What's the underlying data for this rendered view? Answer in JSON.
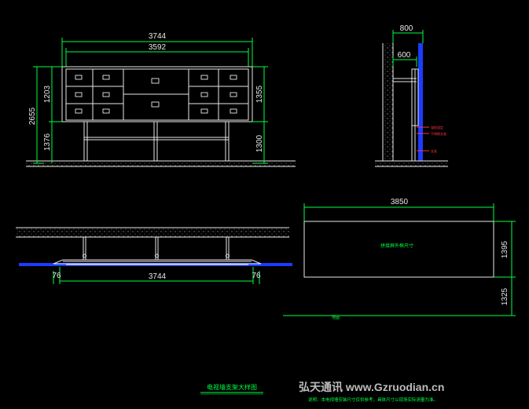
{
  "front_elevation": {
    "dims": {
      "overall_width": "3744",
      "inner_width": "3592",
      "total_height": "2655",
      "screen_height": "1203",
      "base_height": "1376",
      "right_upper": "1355",
      "right_lower": "1300"
    }
  },
  "side_section": {
    "dims": {
      "depth_outer": "800",
      "depth_inner": "600"
    },
    "notes": {
      "note1": "锚栓固定",
      "note2": "不锈钢支架",
      "note3": "支架"
    }
  },
  "plan_view": {
    "dims": {
      "left_gap": "76",
      "width": "3744",
      "right_gap": "76"
    }
  },
  "screen_outline": {
    "dims": {
      "width": "3850",
      "height": "1395",
      "bottom_height": "1325"
    },
    "label": "拼接屏外框尺寸",
    "floor_label": "地面"
  },
  "footer": {
    "title": "电视墙支架大样图",
    "note": "说明：本电视墙安装尺寸仅供参考，具体尺寸以现场实际测量为准。"
  },
  "watermark": {
    "text": "弘天通讯  www.Gzruodian.cn"
  },
  "colors": {
    "background": "#000000",
    "lines": "#e8e8e8",
    "dimension_green": "#00ff44",
    "wall_blue": "#1a3cff",
    "note_red": "#ff3344"
  }
}
